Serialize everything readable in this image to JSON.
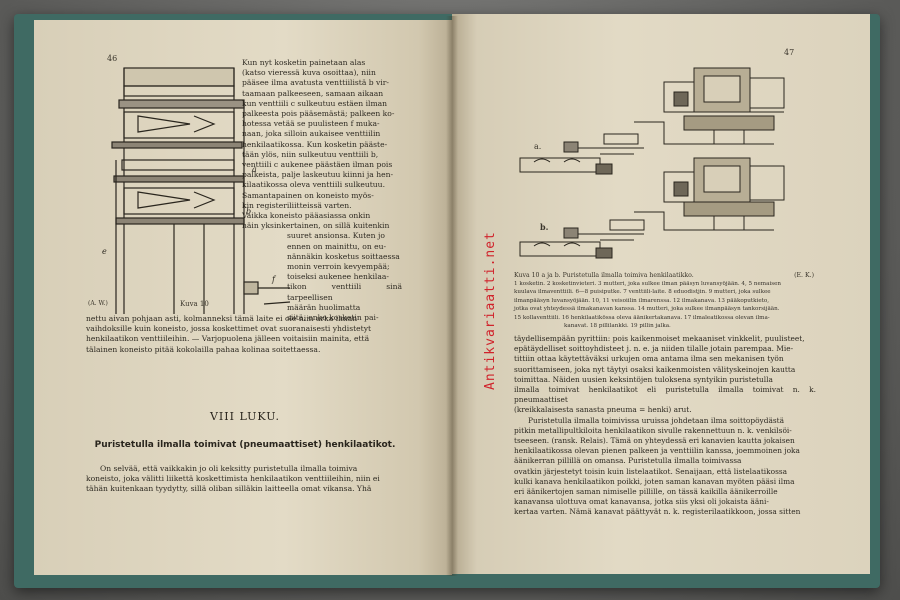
{
  "book": {
    "left_page": {
      "page_number": "46",
      "column_text": [
        "Kun nyt kosketin painetaan alas",
        "(katso vieressä kuva osoittaa), niin",
        "pääsee ilma avatusta venttiilistä b vir-",
        "taamaan palkeeseen, samaan aikaan",
        "kun venttiili c sulkeutuu estäen ilman",
        "palkeesta pois pääsemästä; palkeen ko-",
        "hotessa vetää se puulisteen f muka-",
        "naan, joka silloin aukaisee venttiilin",
        "henkilaatikossa. Kun kosketin pääste-",
        "tään ylös, niin sulkeutuu venttiili b,",
        "venttiili c aukenee päästäen ilman pois",
        "palkeista, palje laskeutuu kiinni ja hen-",
        "kilaatikossa oleva venttiili sulkeutuu.",
        "Samantapainen on koneisto myös-",
        "kin registeriliitteissä varten.",
        "Vaikka koneisto pääasiassa onkin",
        "näin yksinkertainen, on sillä kuitenkin",
        "suuret ansionsa. Kuten jo",
        "ennen on mainittu, on eu-",
        "nännäkin kosketus soittaessa",
        "monin verroin kevyempää;",
        "toiseksi aukenee henkilaa-",
        "tikon venttiili sinä tarpeellisen",
        "määrän huolimatta",
        "siitä, onko kosketin pai-"
      ],
      "figure_caption": "Kuva 10",
      "figure_caption_left": "(A. W.)",
      "full_text": [
        "nettu aivan pohjaan asti, kolmanneksi tämä laite ei ole niin arka ilman",
        "vaihdoksille kuin koneisto, jossa koskettimet ovat suoranaisesti yhdistetyt",
        "henkilaatikon venttiileihin. — Varjopuolena jälleen voitaisiin mainita, että",
        "tälainen koneisto pitää kokolailla pahaa kolinaa soitettaessa."
      ],
      "chapter_title": "VIII LUKU.",
      "section_title": "Puristetulla ilmalla toimivat (pneumaattiset) henkilaatikot.",
      "section_text": [
        "On selvää, että vaikkakin jo oli keksitty puristetulla ilmalla toimiva",
        "koneisto, joka välitti liikettä koskettimista henkilaatikon venttiileihin, niin ei",
        "tähän kuitenkaan tyydytty, sillä oliban silläkin laitteella omat vikansa. Yhä"
      ]
    },
    "right_page": {
      "page_number": "47",
      "figure_label_a": "a.",
      "figure_label_b": "b.",
      "figure_caption": "Kuva 10 a ja b. Puristetulla ilmalla toimiva henkilaatikko.",
      "figure_caption_credit": "(E. K.)",
      "legend_text": [
        "1 kosketin. 2 kosketinvieteri. 3 mutteri, joka sulkee ilman pääsyn luvansyöjään. 4, 5 nemaisen",
        "kuulava ilmaventtiili. 6—8 puisiputke. 7 venttiili-laite. 8 eduodistjin. 9 mutteri, joka sulkee",
        "ilmanpääsyn luvansyöjään. 10, 11 veisoiilin ilmarenssa. 12 ilmakanava. 13 pääkoputkieto,",
        "jotka ovat yhteydessä ilmakanavan kanssa. 14 mutteri, joka sulkee ilmanpääsyn tankorsijään.",
        "15 kollaventtiili. 16 henkilaatikössa oleva äänikertakanava. 17 ilmaleatikossa olevan ilma-",
        "kanavat. 18 pillilankki. 19 pillin jalka."
      ],
      "body_text": [
        "täydellisempään pyrittiin: pois kaikenmoiset mekaaniset vinkkelit, puulisteet,",
        "epätäydelliset soittoyhdisteet j. n. e. ja niiden tilalle jotain parempaa. Mie-",
        "tittiin ottaa käytettäväksi urkujen oma antama ilma sen mekanisen työn",
        "suorittamiseen, joka nyt täytyi osaksi kaikenmoisten välityskeinojen kautta",
        "toimittaa. Näiden uusien keksintöjen tuloksena syntyikin puristetulla",
        "ilmalla toimivat henkilaatikot eli puristetulla ilmalla toimivat n. k. pneumaattiset",
        "(kreikkalaisesta sanasta pneuma = henki) arut.",
        "Puristetulla ilmalla toimivissa uruissa johdetaan ilma soittopöydästä",
        "pitkin metallipultkiloita henkilaatikon sivulle rakennettuun n. k. venkilsöi-",
        "tseeseen. (ransk. Relais). Tämä on yhteydessä eri kanavien kautta jokaisen",
        "henkilaatikossa olevan pienen palkeen ja venttiilin kanssa, joemmoinen joka",
        "äänikerran pillillä on omansa. Puristetulla ilmalla toimivassa",
        "ovatkin järjestetyt toisin kuin listelaatikot. Senaijaan, että listelaatikossa",
        "kulki kanava henkilaatikon poikki, joten saman kanavan myöten pääsi ilma",
        "eri äänikertojen saman nimiselle pillille, on tässä kaikilla äänikerroille",
        "kanavansa ulottuva omat kanavansa, jotka siis yksi oli jokaista ääni-",
        "kertaa varten. Nämä kanavat päättyvät n. k. registerilaatikkoon, jossa sitten"
      ]
    },
    "watermark": "Antikvariaatti.net"
  }
}
